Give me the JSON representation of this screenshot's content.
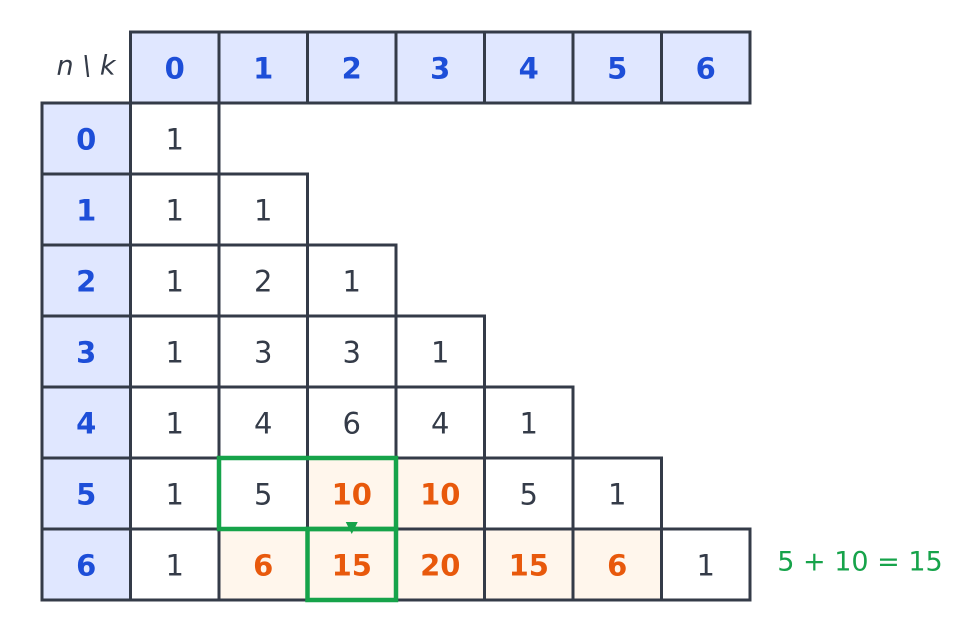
{
  "corner_label": "n \\ k",
  "column_headers": [
    "0",
    "1",
    "2",
    "3",
    "4",
    "5",
    "6"
  ],
  "row_headers": [
    "0",
    "1",
    "2",
    "3",
    "4",
    "5",
    "6"
  ],
  "rows": [
    [
      "1"
    ],
    [
      "1",
      "1"
    ],
    [
      "1",
      "2",
      "1"
    ],
    [
      "1",
      "3",
      "3",
      "1"
    ],
    [
      "1",
      "4",
      "6",
      "4",
      "1"
    ],
    [
      "1",
      "5",
      "10",
      "10",
      "5",
      "1"
    ],
    [
      "1",
      "6",
      "15",
      "20",
      "15",
      "6",
      "1"
    ]
  ],
  "highlighted_cells": [
    [
      5,
      2
    ],
    [
      5,
      3
    ],
    [
      6,
      1
    ],
    [
      6,
      2
    ],
    [
      6,
      3
    ],
    [
      6,
      4
    ],
    [
      6,
      5
    ]
  ],
  "addend_cells": [
    [
      5,
      1
    ],
    [
      5,
      2
    ]
  ],
  "sum_cell": [
    6,
    2
  ],
  "equation": "5 + 10 = 15",
  "colors": {
    "header_fill": "#e0e7ff",
    "header_text": "#1d4ed8",
    "cell_text": "#343b48",
    "highlight_fill": "#fff6ec",
    "highlight_text": "#e8590c",
    "accent_green": "#16a34a",
    "grid_line": "#343b48"
  }
}
